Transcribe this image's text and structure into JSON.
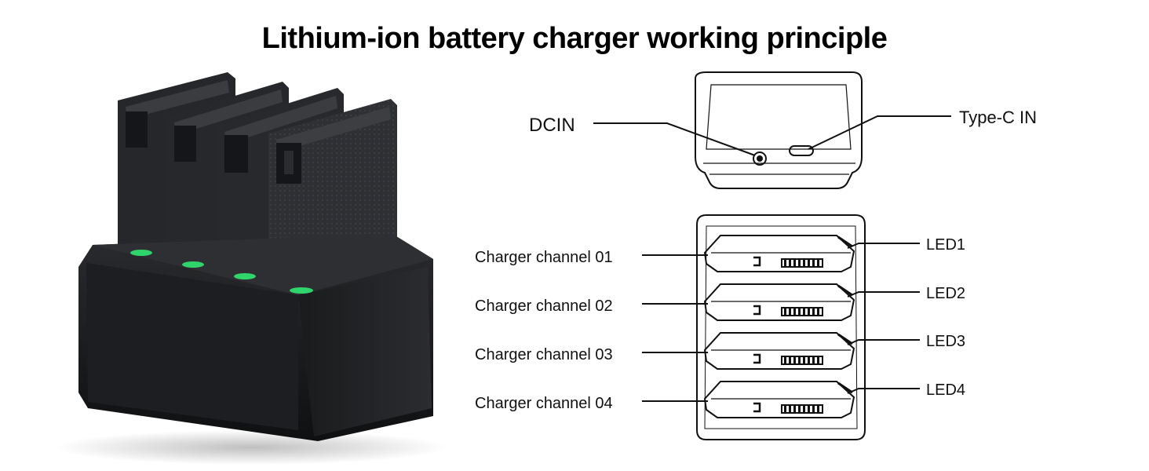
{
  "title": "Lithium-ion battery charger working principle",
  "top_view": {
    "dcin_label": "DCIN",
    "typec_label": "Type-C IN"
  },
  "front_view": {
    "channels": [
      "Charger channel 01",
      "Charger channel 02",
      "Charger channel 03",
      "Charger channel 04"
    ],
    "leds": [
      "LED1",
      "LED2",
      "LED3",
      "LED4"
    ]
  },
  "colors": {
    "led_green": "#2fd46a",
    "hub_body": "#1b1c1e",
    "battery_body": "#2a2c2f",
    "line_art": "#111111"
  }
}
